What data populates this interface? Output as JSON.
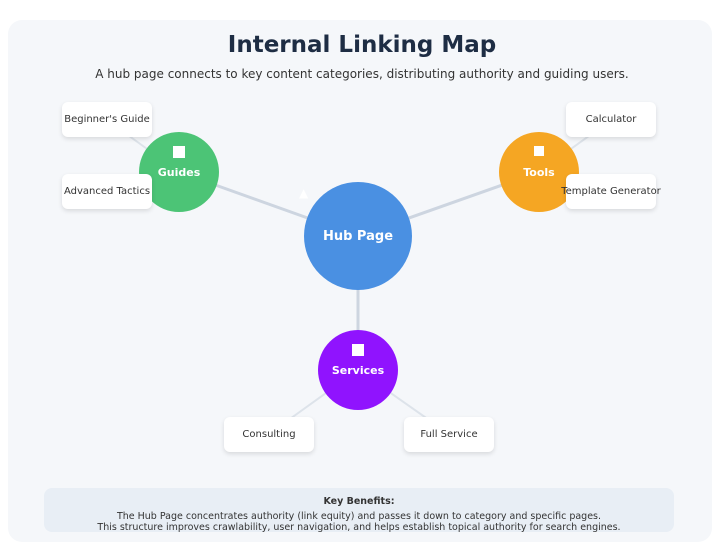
{
  "title": "Internal Linking Map",
  "subtitle": "A hub page connects to key content categories, distributing authority and guiding users.",
  "hub": {
    "label": "Hub Page",
    "color": "#4a90e2"
  },
  "categories": [
    {
      "label": "Guides",
      "color": "#4cc476",
      "leaves": [
        "Beginner's Guide",
        "Advanced Tactics"
      ]
    },
    {
      "label": "Tools",
      "color": "#f5a623",
      "leaves": [
        "Calculator",
        "Template Generator"
      ]
    },
    {
      "label": "Services",
      "color": "#9013fe",
      "leaves": [
        "Consulting",
        "Full Service"
      ]
    }
  ],
  "benefits": {
    "heading": "Key Benefits:",
    "line1": "The Hub Page concentrates authority (link equity) and passes it down to category and specific pages.",
    "line2": "This structure improves crawlability, user navigation, and helps establish topical authority for search engines."
  }
}
